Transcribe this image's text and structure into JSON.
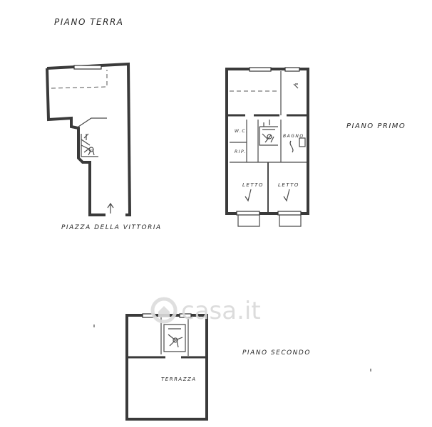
{
  "labels": {
    "piano_terra": "PIANO TERRA",
    "piazza": "PIAZZA DELLA VITTORIA",
    "piano_primo": "PIANO PRIMO",
    "wc": "W.C.",
    "bagno": "BAGNO",
    "rip": "RIP.",
    "letto_left": "LETTO",
    "letto_right": "LETTO",
    "piano_secondo": "PIANO SECONDO",
    "terrazza": "TERRAZZA"
  },
  "watermark": {
    "text": "casa.it",
    "icon": "casa-house-logo-icon"
  }
}
